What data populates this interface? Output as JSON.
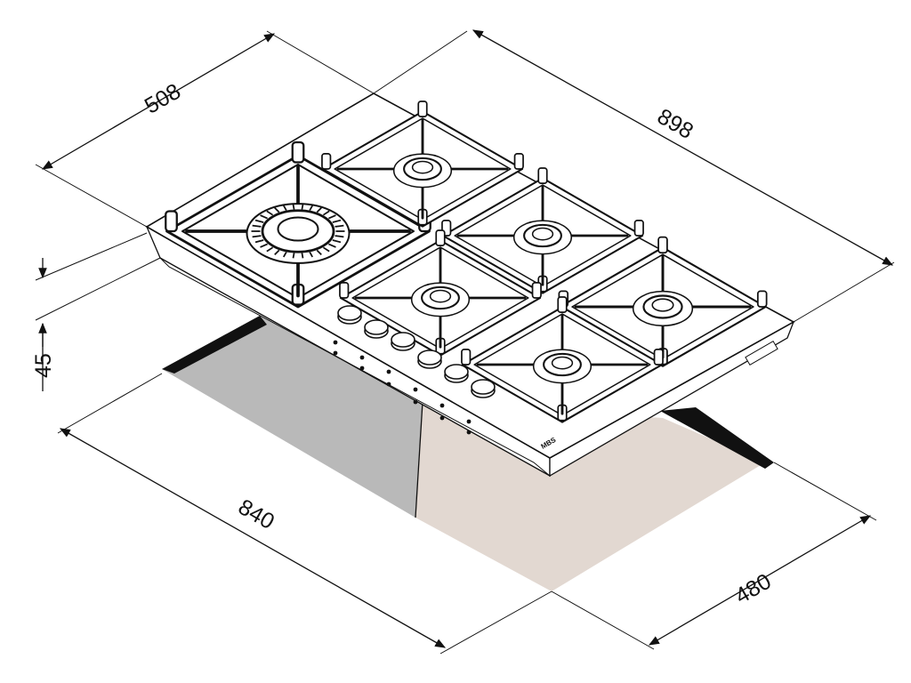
{
  "dimensions": {
    "depth": "508",
    "width": "898",
    "height": "45",
    "cutout_width": "840",
    "cutout_depth": "480"
  },
  "brand_mark": "MBS",
  "colors": {
    "cutout_left": "#b9b9b9",
    "cutout_right": "#e2d8d1",
    "cutout_edge": "#111111",
    "line": "#111111",
    "background": "#ffffff"
  }
}
